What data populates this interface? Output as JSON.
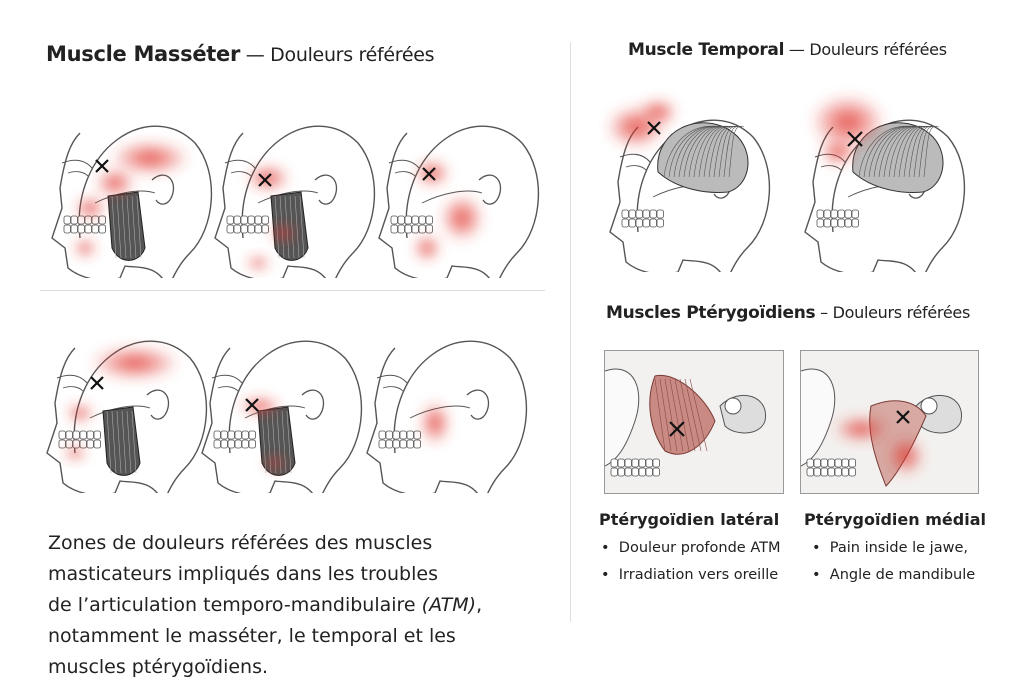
{
  "masseter": {
    "title_bold": "Muscle Masséter",
    "title_rest": " — Douleurs référées"
  },
  "temporal": {
    "title_bold": "Muscle Temporal",
    "title_rest": " — Douleurs référées"
  },
  "pterygoid": {
    "title_bold": "Muscles Ptérygoïdiens",
    "title_rest": " – Douleurs référées",
    "lateral": {
      "title": "Ptérygoïdien latéral",
      "bullets": [
        "Douleur profonde ATM",
        "Irradiation vers oreille"
      ]
    },
    "medial": {
      "title": "Ptérygoïdien médial",
      "bullets": [
        "Pain inside le jawe,",
        "Angle de mandibule"
      ]
    }
  },
  "caption": {
    "lines": [
      "Zones de douleurs référées des muscles",
      "masticateurs impliqués dans les troubles",
      "de l’articulation temporo-mandibulaire ",
      "notamment le masséter, le temporal et les",
      "muscles ptérygoïdiens."
    ],
    "italic": "(ATM)",
    "after_italic": ","
  },
  "colors": {
    "pain": "#e0342c",
    "marker": "#111111",
    "line": "#555555"
  },
  "marker_icon": "x-cross-icon"
}
